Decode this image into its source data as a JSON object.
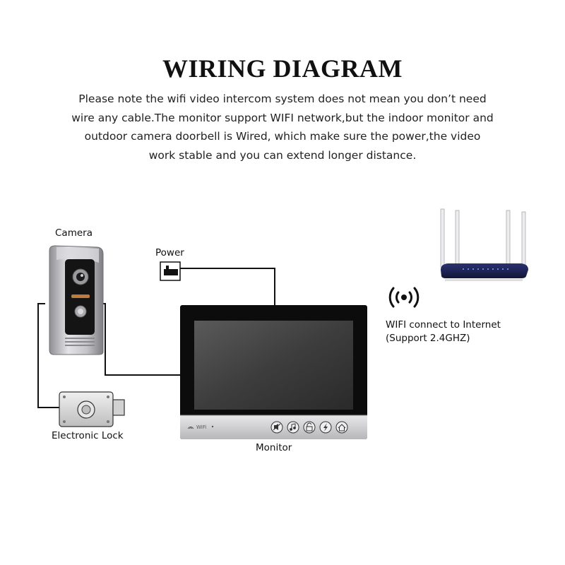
{
  "header": {
    "title": "WIRING DIAGRAM",
    "intro": "Please note the wifi video intercom system does not mean you don’t need wire any cable.The monitor support WIFI network,but the indoor monitor and outdoor camera doorbell is Wired, which make sure the power,the video work stable and you can extend longer distance."
  },
  "labels": {
    "camera": "Camera",
    "power": "Power",
    "electronic_lock": "Electronic Lock",
    "monitor": "Monitor",
    "wifi_line1": "WIFI connect to Internet",
    "wifi_line2": "(Support 2.4GHZ)"
  },
  "monitor": {
    "wifi_badge": "WiFi",
    "buttons": [
      "mute-icon",
      "music-note-icon",
      "unlock-icon",
      "lightning-icon",
      "home-icon"
    ]
  },
  "colors": {
    "line": "#111111",
    "router_body": "#1a1f4a",
    "camera_silver": "#b9b9bd",
    "monitor_frame": "#0c0c0c"
  }
}
